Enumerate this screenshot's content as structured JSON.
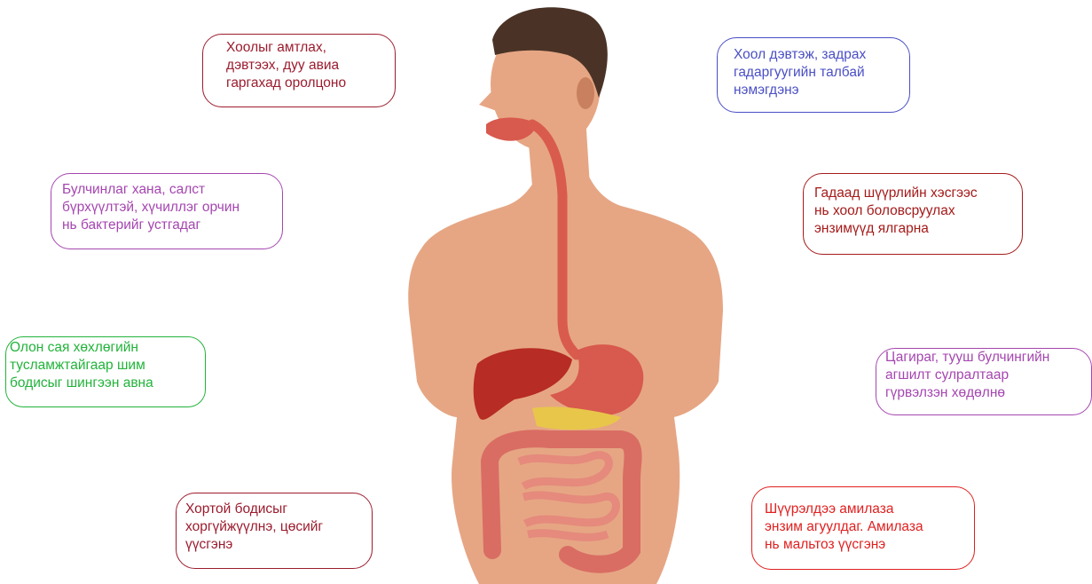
{
  "labels": {
    "mouth": {
      "text": "Хоолыг амтлах,\nдэвтээх, дуу авиа\nгаргахад оролцоно",
      "color": "#9b1c2e"
    },
    "stomach_surface": {
      "text": "Хоол дэвтэж, задрах\nгадаргуугийн талбай\nнэмэгдэнэ",
      "color": "#4a4fc4"
    },
    "stomach_wall": {
      "text": "Булчинлаг хана, салст\nбүрхүүлтэй, хүчиллэг орчин\nнь бактерийг устгадаг",
      "color": "#a546b0"
    },
    "pancreas": {
      "text": "Гадаад шүүрлийн хэсгээс\nнь хоол боловсруулах\nэнзимүүд ялгарна",
      "color": "#a51a1a"
    },
    "intestine": {
      "text": "Олон сая хөхлөгийн\nтусламжтайгаар  шим\nбодисыг шингээн авна",
      "color": "#22b33a"
    },
    "esophagus": {
      "text": "Цагираг, тууш булчингийн\nагшилт сулралтаар\nгүрвэлзэн хөдөлнө",
      "color": "#a546b0"
    },
    "liver": {
      "text": "Хортой бодисыг\nхоргүйжүүлнэ, цөсийг\nүүсгэнэ",
      "color": "#9b1c2e"
    },
    "saliva": {
      "text": "Шүүрэлдээ амилаза\nэнзим агуулдаг. Амилаза\nнь мальтоз үүсгэнэ",
      "color": "#e02020"
    }
  },
  "colors": {
    "skin": "#e6a684",
    "skin_shadow": "#c9805e",
    "hair": "#4a3326",
    "esophagus": "#d95b4e",
    "liver": "#b72c24",
    "stomach": "#d8594d",
    "pancreas": "#e8c64a",
    "small_intestine": "#e58a7c",
    "large_intestine": "#d96d63"
  }
}
